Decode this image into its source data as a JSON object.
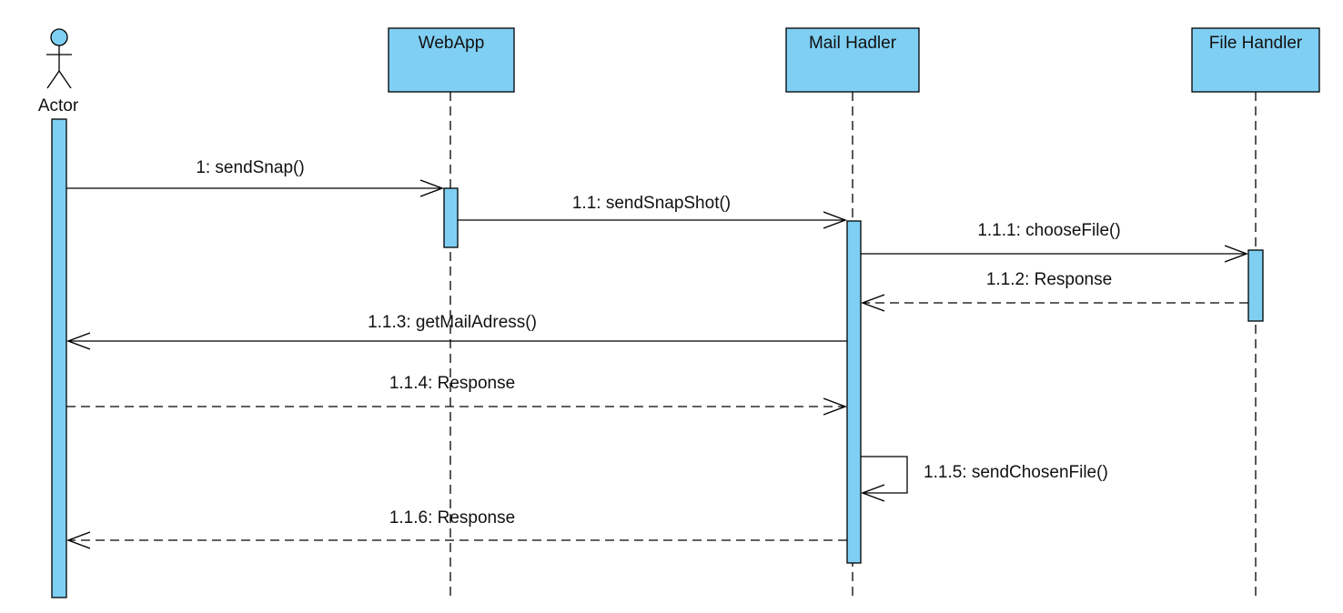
{
  "diagram": {
    "type": "sequence",
    "colors": {
      "fill": "#7fcff3",
      "line": "#000000",
      "background": "#ffffff"
    },
    "participants": [
      {
        "id": "actor",
        "kind": "actor",
        "label": "Actor"
      },
      {
        "id": "webapp",
        "kind": "object",
        "label": "WebApp"
      },
      {
        "id": "mail",
        "kind": "object",
        "label": "Mail Hadler"
      },
      {
        "id": "file",
        "kind": "object",
        "label": "File Handler"
      }
    ],
    "messages": [
      {
        "seq": 1,
        "label": "1: sendSnap()",
        "from": "actor",
        "to": "webapp",
        "kind": "call"
      },
      {
        "seq": 2,
        "label": "1.1: sendSnapShot()",
        "from": "webapp",
        "to": "mail",
        "kind": "call"
      },
      {
        "seq": 3,
        "label": "1.1.1: chooseFile()",
        "from": "mail",
        "to": "file",
        "kind": "call"
      },
      {
        "seq": 4,
        "label": "1.1.2: Response",
        "from": "file",
        "to": "mail",
        "kind": "return"
      },
      {
        "seq": 5,
        "label": "1.1.3: getMailAdress()",
        "from": "mail",
        "to": "actor",
        "kind": "call"
      },
      {
        "seq": 6,
        "label": "1.1.4: Response",
        "from": "actor",
        "to": "mail",
        "kind": "return"
      },
      {
        "seq": 7,
        "label": "1.1.5: sendChosenFile()",
        "from": "mail",
        "to": "mail",
        "kind": "self"
      },
      {
        "seq": 8,
        "label": "1.1.6: Response",
        "from": "mail",
        "to": "actor",
        "kind": "return"
      }
    ]
  }
}
